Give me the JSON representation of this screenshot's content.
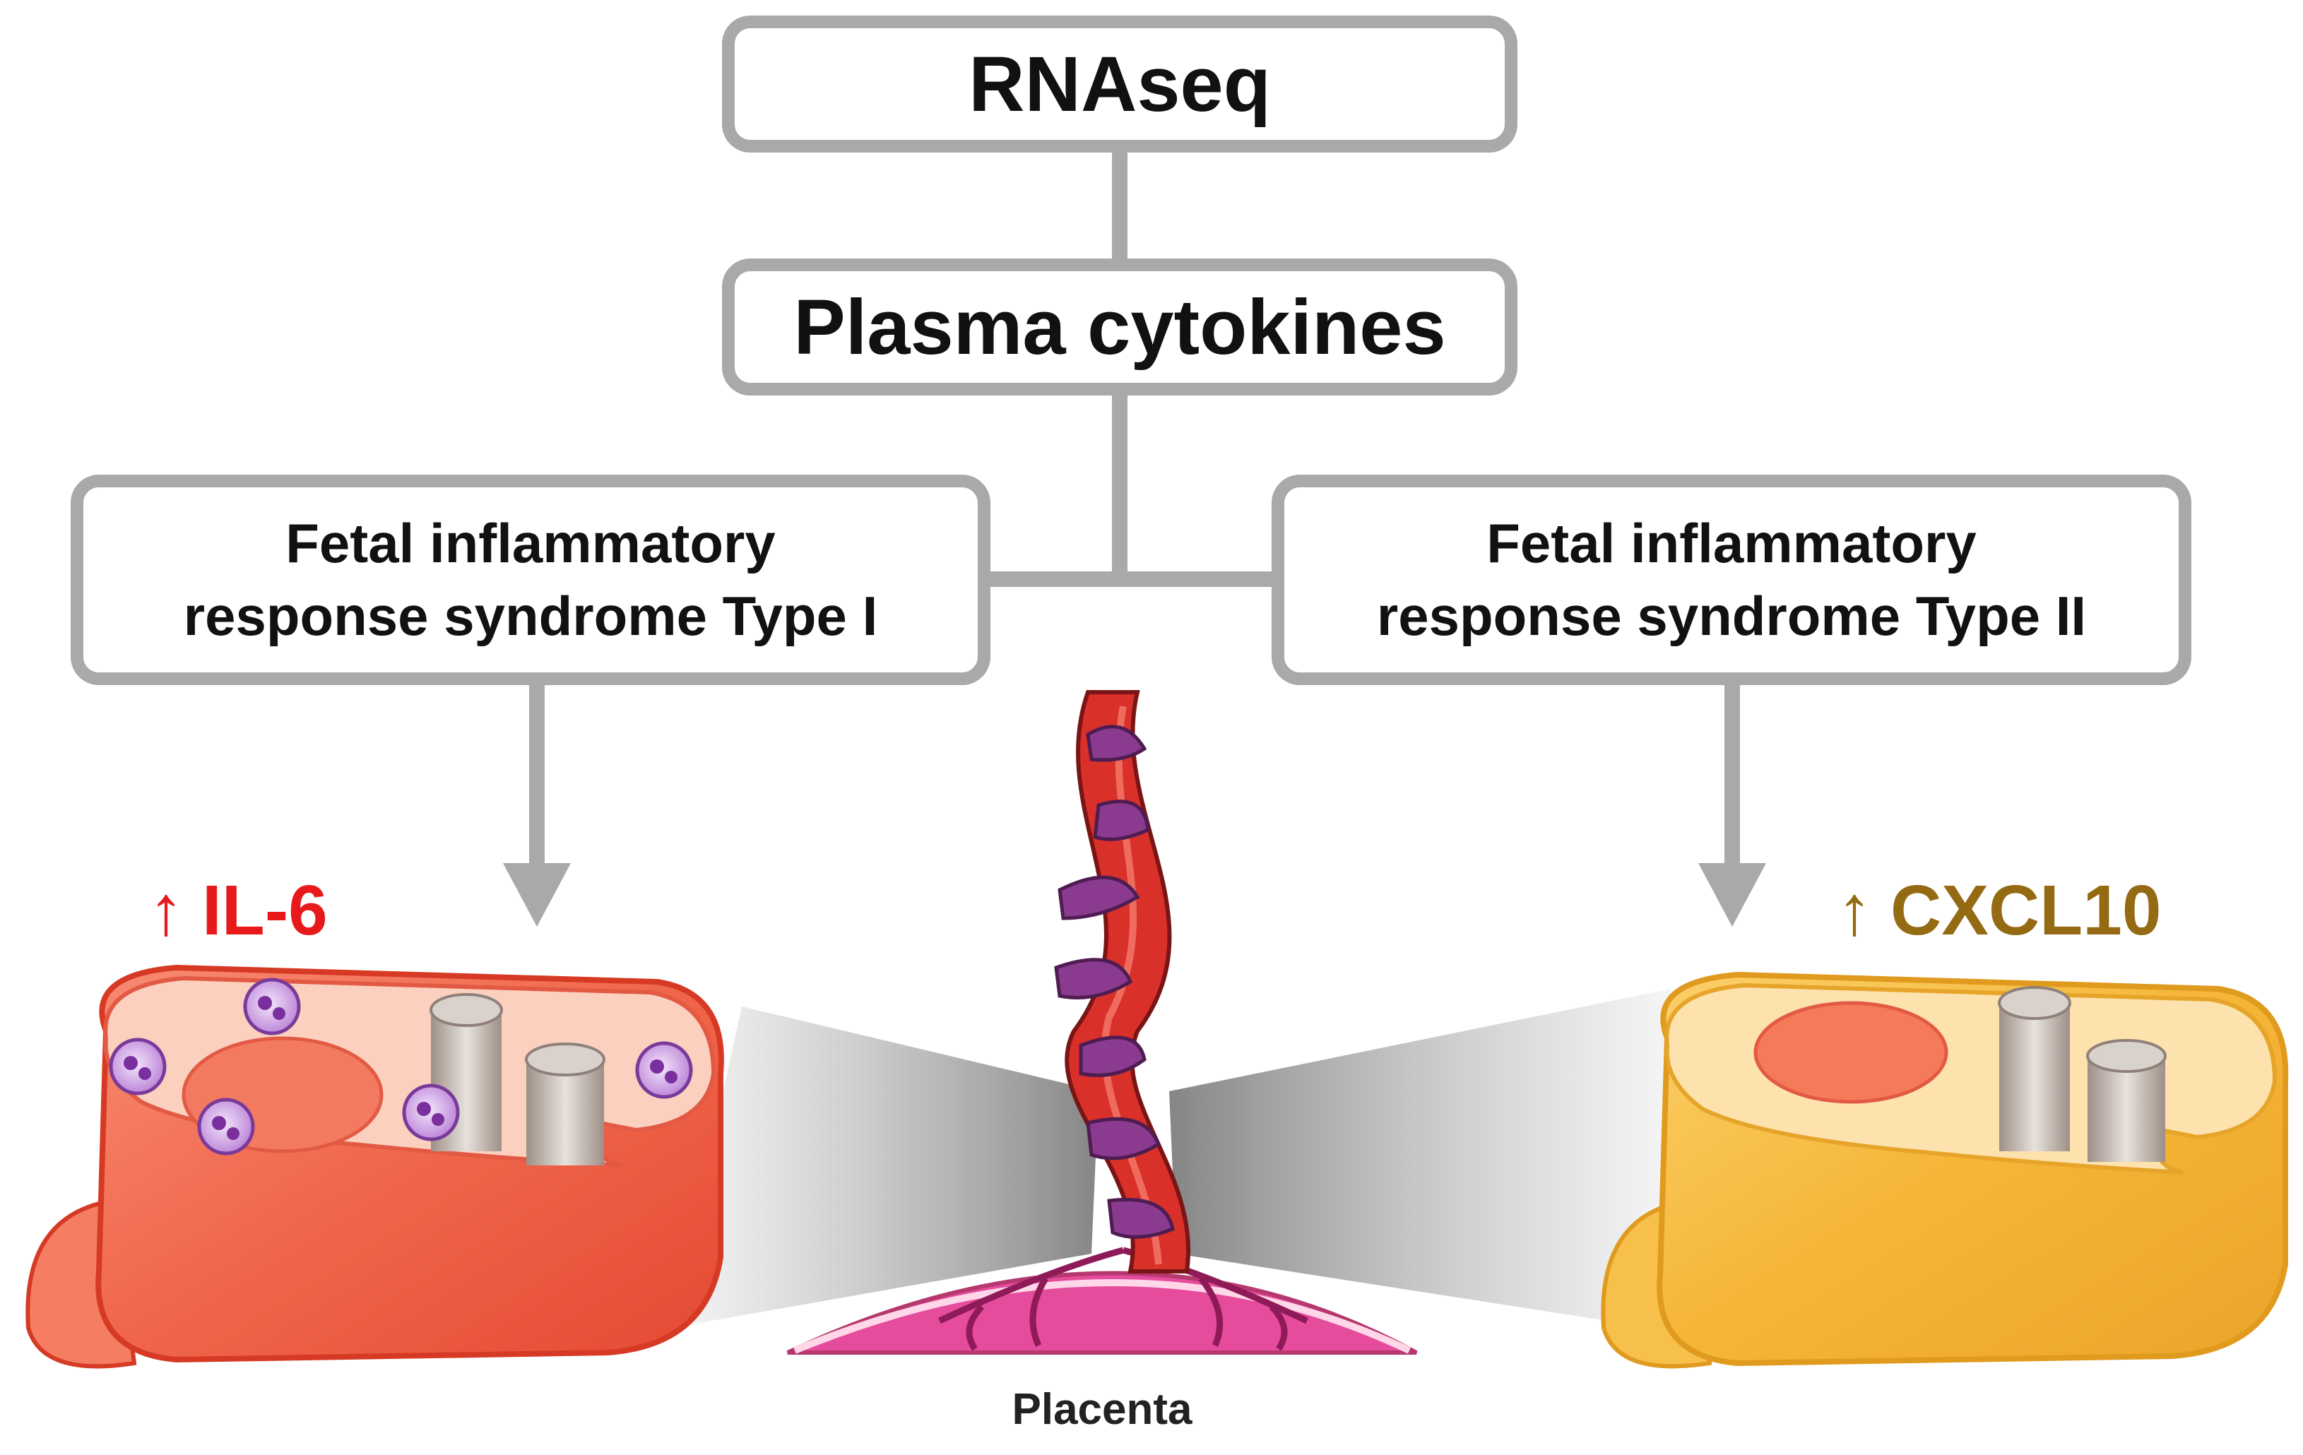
{
  "boxes": {
    "rnaseq": "RNAseq",
    "plasma": "Plasma cytokines",
    "fir_type1": {
      "line1": "Fetal inflammatory",
      "line2": "response syndrome Type I"
    },
    "fir_type2": {
      "line1": "Fetal inflammatory",
      "line2": "response syndrome Type II"
    }
  },
  "markers": {
    "il6": {
      "arrow": "↑",
      "label": "IL-6",
      "color": "#e8191b"
    },
    "cxcl10": {
      "arrow": "↑",
      "label": "CXCL10",
      "color": "#946a12"
    }
  },
  "placenta_label": "Placenta",
  "colors": {
    "box_border": "#a9a9a9",
    "connector": "#a9a9a9",
    "tissue_type1": "#f0664a",
    "tissue_type2": "#f5b536",
    "cord_red": "#d9302a",
    "cord_purple": "#8a3b8f"
  }
}
